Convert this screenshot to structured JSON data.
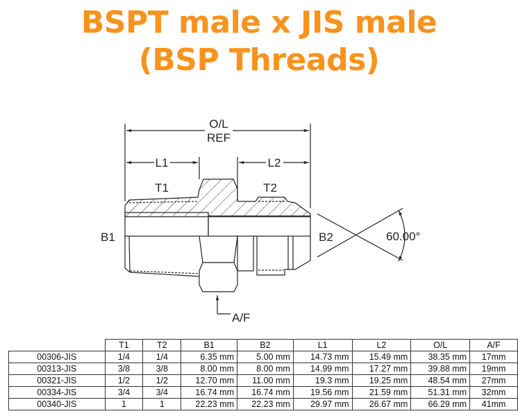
{
  "title": {
    "line1": "BSPT male x JIS male",
    "line2": "(BSP Threads)",
    "color": "#f7931e"
  },
  "diagram": {
    "labels": {
      "overall_length": "O/L",
      "reference": "REF",
      "length1": "L1",
      "length2": "L2",
      "thread1": "T1",
      "thread2": "T2",
      "bore1": "B1",
      "bore2": "B2",
      "across_flats": "A/F",
      "angle": "60.00°"
    }
  },
  "table": {
    "headers": [
      "",
      "T1",
      "T2",
      "B1",
      "B2",
      "L1",
      "L2",
      "O/L",
      "A/F"
    ],
    "rows": [
      [
        "00306-JIS",
        "1/4",
        "1/4",
        "6.35 mm",
        "5.00 mm",
        "14.73 mm",
        "15.49 mm",
        "38.35 mm",
        "17mm"
      ],
      [
        "00313-JIS",
        "3/8",
        "3/8",
        "8.00 mm",
        "8.00 mm",
        "14.99 mm",
        "17.27 mm",
        "39.88 mm",
        "19mm"
      ],
      [
        "00321-JIS",
        "1/2",
        "1/2",
        "12.70 mm",
        "11.00 mm",
        "19.3 mm",
        "19.25 mm",
        "48.54 mm",
        "27mm"
      ],
      [
        "00334-JIS",
        "3/4",
        "3/4",
        "16.74 mm",
        "16.74 mm",
        "19.56 mm",
        "21.59 mm",
        "51.31 mm",
        "32mm"
      ],
      [
        "00340-JIS",
        "1",
        "1",
        "22.23 mm",
        "22.23 mm",
        "29.97 mm",
        "26.67 mm",
        "66.29 mm",
        "41mm"
      ]
    ]
  }
}
